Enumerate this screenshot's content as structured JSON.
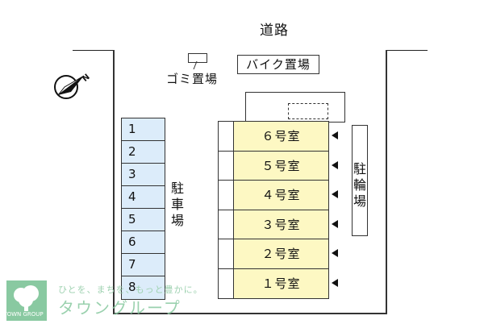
{
  "road_label": "道路",
  "garbage_label": "ゴミ置場",
  "bike_label": "バイク置場",
  "parking_label": [
    "駐",
    "車",
    "場"
  ],
  "parking_spots": [
    "1",
    "2",
    "3",
    "4",
    "5",
    "6",
    "7",
    "8"
  ],
  "bicycle_label": [
    "駐",
    "輪",
    "場"
  ],
  "rooms": [
    "６号室",
    "５号室",
    "４号室",
    "３号室",
    "２号室",
    "１号室"
  ],
  "compass_label": "N",
  "watermark": {
    "tagline": "ひとを、まちを、もっと豊かに。",
    "brand": "タウングループ",
    "group_label": "TOWN GROUP"
  },
  "colors": {
    "parking_fill": "#dcecfa",
    "room_fill": "#fdf8c3",
    "watermark_green": "#89c9a1"
  }
}
